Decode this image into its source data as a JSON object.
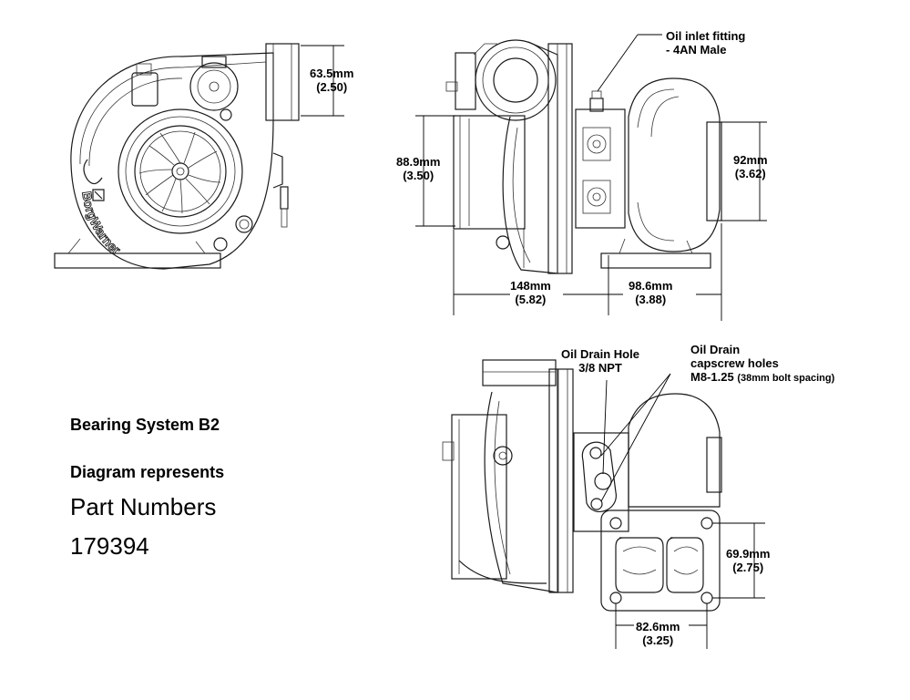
{
  "dimensions": {
    "compressor_inlet": {
      "metric": "63.5mm",
      "imperial": "(2.50)"
    },
    "compressor_housing": {
      "metric": "88.9mm",
      "imperial": "(3.50)"
    },
    "turbine_outlet": {
      "metric": "92mm",
      "imperial": "(3.62)"
    },
    "overall_length_comp": {
      "metric": "148mm",
      "imperial": "(5.82)"
    },
    "overall_length_turb": {
      "metric": "98.6mm",
      "imperial": "(3.88)"
    },
    "flange_height": {
      "metric": "69.9mm",
      "imperial": "(2.75)"
    },
    "flange_width": {
      "metric": "82.6mm",
      "imperial": "(3.25)"
    }
  },
  "callouts": {
    "oil_inlet": {
      "line1": "Oil inlet fitting",
      "line2": "- 4AN Male"
    },
    "oil_drain_hole": {
      "line1": "Oil Drain Hole",
      "line2": "3/8 NPT"
    },
    "oil_drain_capscrew": {
      "line1": "Oil Drain",
      "line2": "capscrew holes",
      "line3": "M8-1.25 ",
      "line3_small": "(38mm bolt spacing)"
    }
  },
  "info": {
    "bearing_system": "Bearing System B2",
    "diagram_represents": "Diagram represents",
    "part_numbers_label": "Part Numbers",
    "part_number": "179394"
  },
  "logo": {
    "text": "BorgWarner"
  }
}
